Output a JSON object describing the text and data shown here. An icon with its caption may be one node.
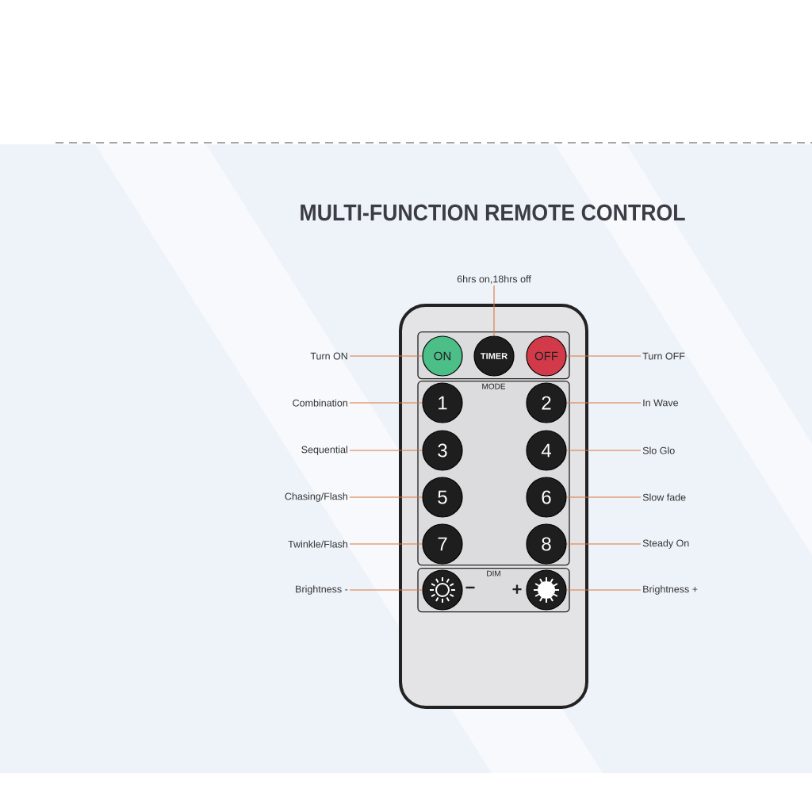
{
  "diagram": {
    "title": "MULTI-FUNCTION REMOTE CONTROL",
    "nodes": [
      {
        "text": [],
        "shape": "box"
      },
      {
        "text": [],
        "shape": "box",
        "in": 0
      },
      {
        "text": [
          "ON"
        ],
        "in": 1
      },
      {
        "text": [
          "TIMER"
        ],
        "in": 1
      },
      {
        "text": [
          "OFF"
        ],
        "in": 1
      },
      {
        "text": [
          "MODE"
        ],
        "in": 0
      },
      {
        "text": [
          "1"
        ],
        "in": 5
      },
      {
        "text": [
          "2"
        ],
        "in": 5
      },
      {
        "text": [
          "3"
        ],
        "in": 5
      },
      {
        "text": [
          "4"
        ],
        "in": 5
      },
      {
        "text": [
          "5"
        ],
        "in": 5
      },
      {
        "text": [
          "6"
        ],
        "in": 5
      },
      {
        "text": [
          "7"
        ],
        "in": 5
      },
      {
        "text": [
          "8"
        ],
        "in": 5
      },
      {
        "text": [
          "DIM"
        ],
        "in": 0
      },
      {
        "text": [],
        "shape": "circle",
        "in": 14,
        "beside": [
          "−"
        ]
      },
      {
        "text": [],
        "shape": "circle",
        "in": 14,
        "beside": [
          "+"
        ]
      },
      {
        "text": [
          "6hrs on,18hrs off"
        ]
      },
      {
        "text": [
          "Turn ON"
        ]
      },
      {
        "text": [
          "Turn OFF"
        ]
      },
      {
        "text": [
          "Combination"
        ]
      },
      {
        "text": [
          "In Wave"
        ]
      },
      {
        "text": [
          "Sequential"
        ]
      },
      {
        "text": [
          "Slo Glo"
        ]
      },
      {
        "text": [
          "Chasing/Flash"
        ]
      },
      {
        "text": [
          "Slow fade"
        ]
      },
      {
        "text": [
          "Twinkle/Flash"
        ]
      },
      {
        "text": [
          "Steady On"
        ]
      },
      {
        "text": [
          "Brightness -"
        ]
      },
      {
        "text": [
          "Brightness +"
        ]
      }
    ],
    "edges": [
      {
        "from": 17,
        "to": 3,
        "arrow": "none"
      },
      {
        "from": 18,
        "to": 2,
        "arrow": "none"
      },
      {
        "from": 19,
        "to": 4,
        "arrow": "none"
      },
      {
        "from": 20,
        "to": 6,
        "arrow": "none"
      },
      {
        "from": 21,
        "to": 7,
        "arrow": "none"
      },
      {
        "from": 22,
        "to": 8,
        "arrow": "none"
      },
      {
        "from": 23,
        "to": 9,
        "arrow": "none"
      },
      {
        "from": 24,
        "to": 10,
        "arrow": "none"
      },
      {
        "from": 25,
        "to": 11,
        "arrow": "none"
      },
      {
        "from": 26,
        "to": 12,
        "arrow": "none"
      },
      {
        "from": 27,
        "to": 13,
        "arrow": "none"
      },
      {
        "from": 28,
        "to": 15,
        "arrow": "none"
      },
      {
        "from": 29,
        "to": 16,
        "arrow": "none"
      }
    ]
  }
}
